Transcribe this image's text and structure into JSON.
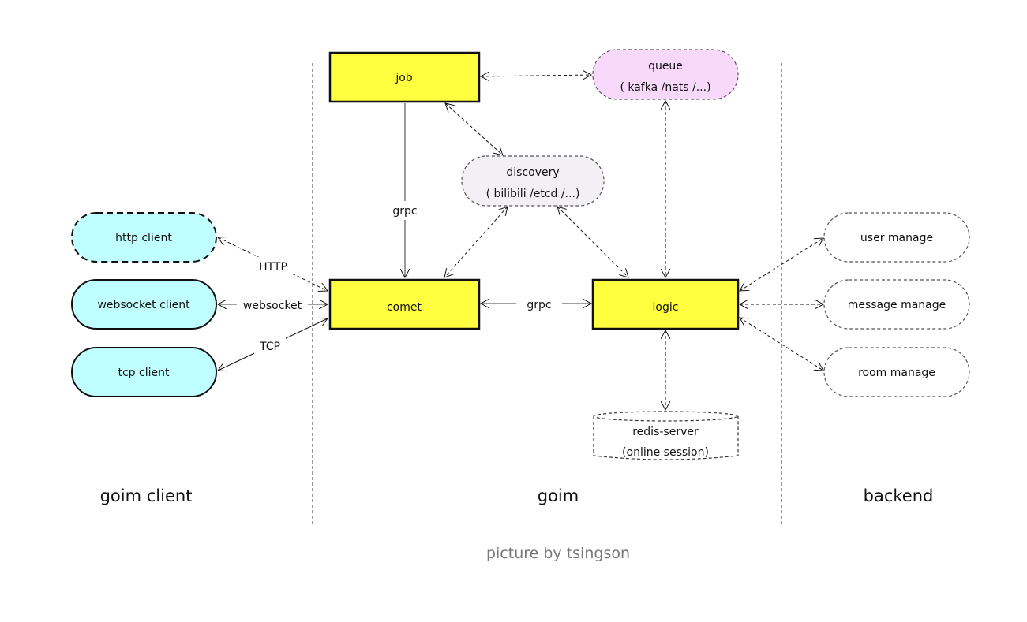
{
  "colors": {
    "core": "#ffff3f",
    "client": "#c0ffff",
    "queue": "#f8d8fb",
    "discovery": "#f2f0f5",
    "backend": "#ffffff",
    "stroke": "#111111",
    "dashed_stroke": "#555555",
    "credit": "#777777"
  },
  "zones": {
    "client": "goim client",
    "goim": "goim",
    "backend": "backend"
  },
  "credit": "picture by tsingson",
  "nodes": {
    "job": {
      "label": "job"
    },
    "comet": {
      "label": "comet"
    },
    "logic": {
      "label": "logic"
    },
    "queue": {
      "line1": "queue",
      "line2": "( kafka /nats /...)"
    },
    "discovery": {
      "line1": "discovery",
      "line2": "( bilibili /etcd /...)"
    },
    "redis": {
      "line1": "redis-server",
      "line2": "(online session)"
    },
    "http_client": {
      "label": "http client"
    },
    "websocket_client": {
      "label": "websocket client"
    },
    "tcp_client": {
      "label": "tcp client"
    },
    "user_manage": {
      "label": "user manage"
    },
    "message_manage": {
      "label": "message manage"
    },
    "room_manage": {
      "label": "room manage"
    }
  },
  "edges": {
    "job_comet": "grpc",
    "comet_logic": "grpc",
    "http": "HTTP",
    "websocket": "websocket",
    "tcp": "TCP"
  }
}
